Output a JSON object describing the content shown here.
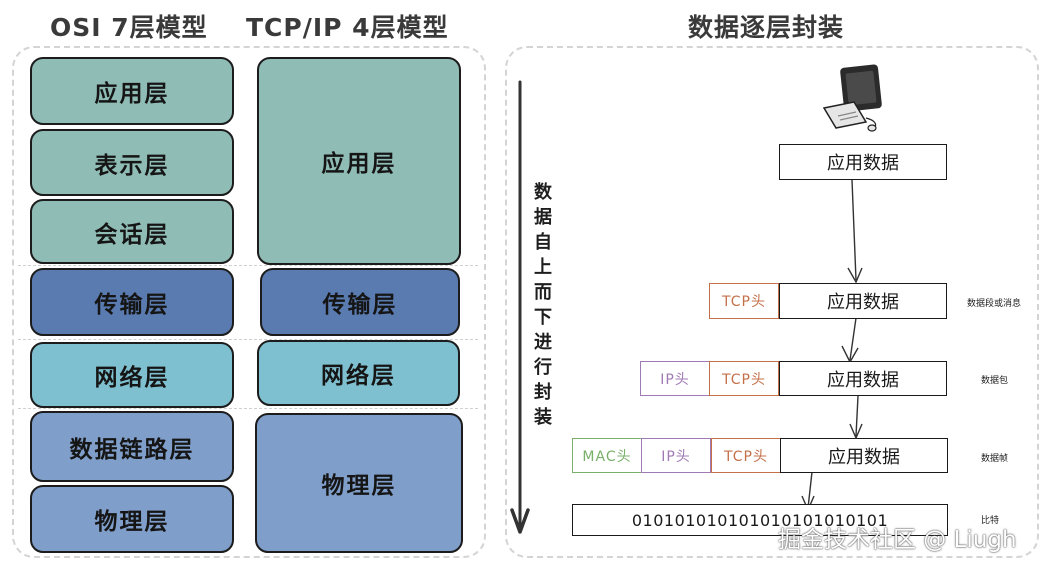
{
  "titles": {
    "osi": "OSI 7层模型",
    "tcpip": "TCP/IP 4层模型",
    "encap": "数据逐层封装"
  },
  "osi_layers": [
    "应用层",
    "表示层",
    "会话层",
    "传输层",
    "网络层",
    "数据链路层",
    "物理层"
  ],
  "tcpip_layers": [
    "应用层",
    "传输层",
    "网络层",
    "物理层"
  ],
  "encapsulation": {
    "direction_text": [
      "数",
      "据",
      "自",
      "上",
      "而",
      "下",
      "进",
      "行",
      "封",
      "装"
    ],
    "app_data": "应用数据",
    "tcp_header": "TCP头",
    "ip_header": "IP头",
    "mac_header": "MAC头",
    "bits": "010101010101010101010101",
    "row_labels": [
      "数据段或消息",
      "数据包",
      "数据帧",
      "比特"
    ]
  },
  "watermark": "掘金技术社区 @ Liugh",
  "colors": {
    "app_layer": "#8fbcb5",
    "transport_layer": "#5a7bb0",
    "network_layer": "#7fc0d0",
    "link_physical_layer": "#7f9ec9",
    "tcp": "#c4714a",
    "ip": "#a07ab5",
    "mac": "#79b06a"
  },
  "icons": [
    "computer-icon",
    "down-arrow-icon"
  ]
}
